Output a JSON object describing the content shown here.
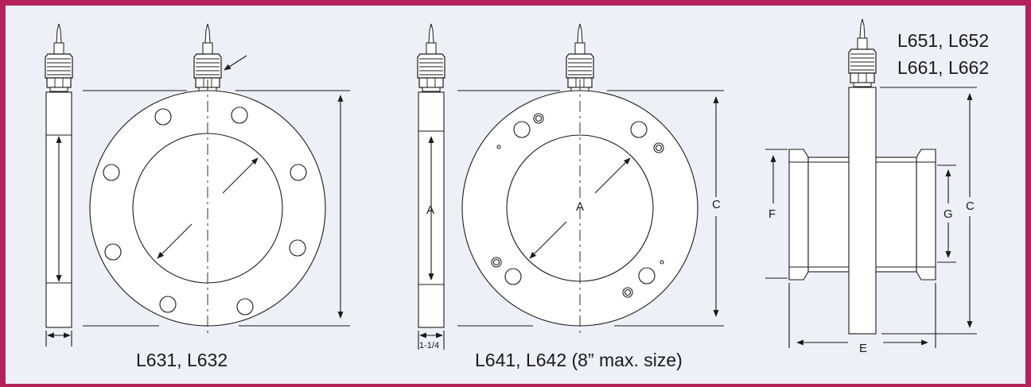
{
  "captions": {
    "model_1": "L631, L632",
    "model_2": "L641, L642 (8” max. size)",
    "model_3_line1": "L651, L652",
    "model_3_line2": "L661, L662"
  },
  "dimension_labels": {
    "a": "A",
    "c": "C",
    "e": "E",
    "f": "F",
    "g": "G",
    "width_1_1_4": "1-1/4"
  },
  "colors": {
    "frame_border": "#b5225a",
    "panel_background": "#eef0f8",
    "line": "#1a1a1a"
  }
}
